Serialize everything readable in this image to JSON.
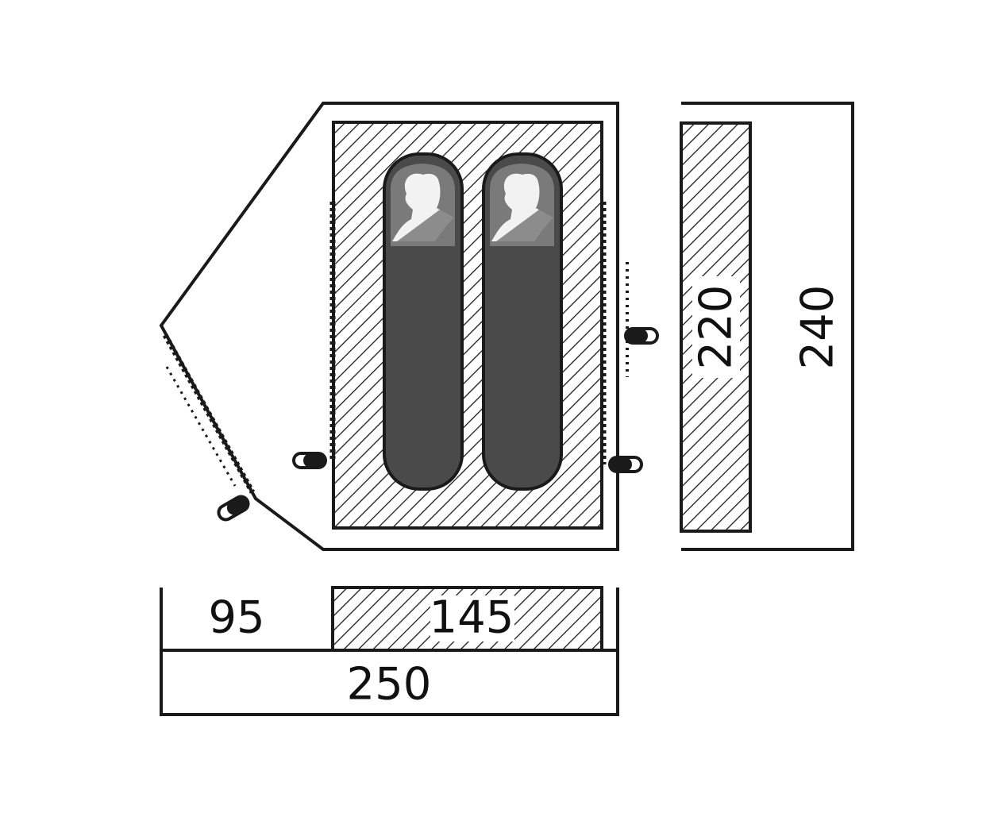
{
  "labels": {
    "vestibule_width": "95",
    "inner_width": "145",
    "total_width": "250",
    "inner_length": "220",
    "total_length": "240"
  },
  "colors": {
    "outline": "#1a1a1a",
    "hatch": "#1a1a1a",
    "floor_bg": "#ffffff",
    "sleeping_bag": "#4a4a4a",
    "sleeping_bag_hood": "#7a7a7a",
    "sleeper_head": "#f2f2f2"
  },
  "icons": {
    "sleeping_bag": "sleeping-bag-icon",
    "tent_peg": "tent-peg-icon"
  }
}
